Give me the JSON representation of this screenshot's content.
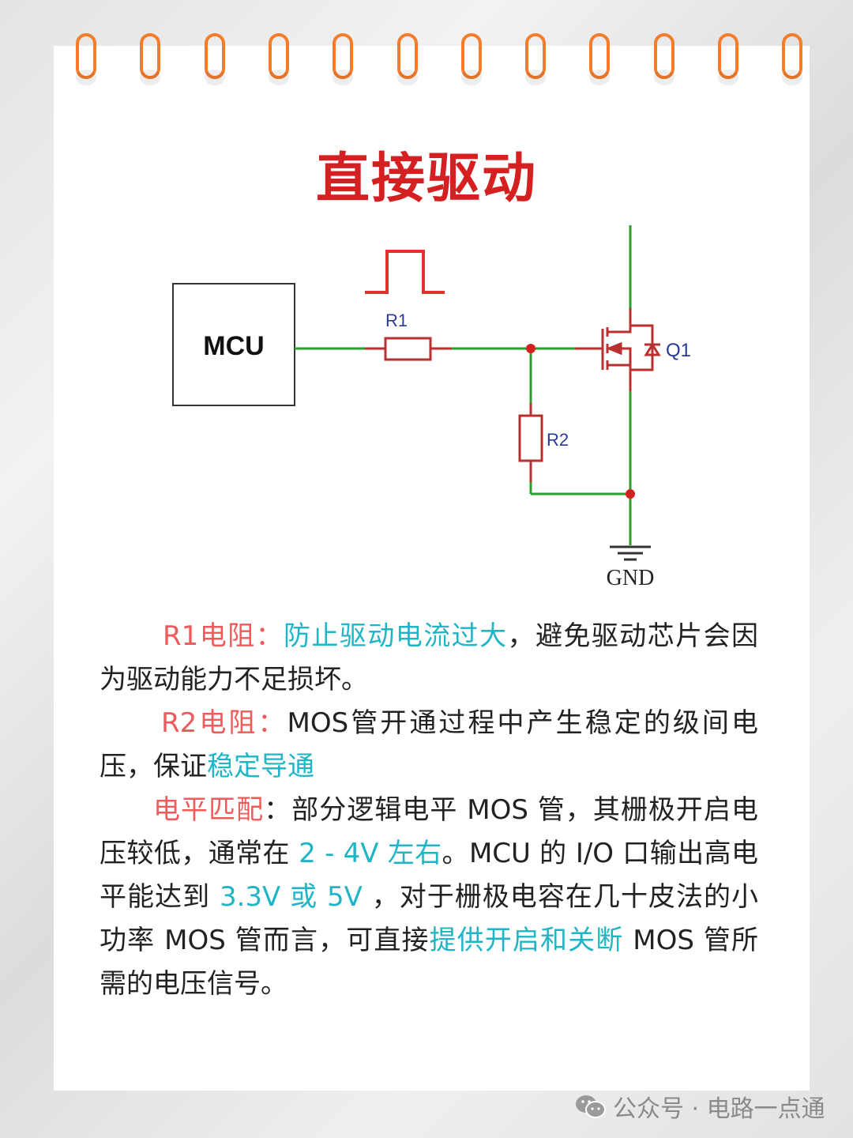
{
  "title": "直接驱动",
  "circuit": {
    "mcu": "MCU",
    "r1": "R1",
    "r2": "R2",
    "q1": "Q1",
    "gnd": "GND"
  },
  "paragraphs": [
    {
      "segments": [
        {
          "text": "R1电阻：",
          "style": "red"
        },
        {
          "text": "防止驱动电流过大",
          "style": "cyan"
        },
        {
          "text": "，避免驱动芯片会因为驱动能力不足损坏。",
          "style": ""
        }
      ]
    },
    {
      "segments": [
        {
          "text": "R2电阻：",
          "style": "red"
        },
        {
          "text": "MOS管开通过程中产生稳定的级间电压，保证",
          "style": ""
        },
        {
          "text": "稳定导通",
          "style": "cyan"
        }
      ]
    },
    {
      "segments": [
        {
          "text": "电平匹配",
          "style": "red"
        },
        {
          "text": "：部分逻辑电平 MOS 管，其栅极开启电压较低，通常在 ",
          "style": ""
        },
        {
          "text": "2 - 4V 左右",
          "style": "cyan"
        },
        {
          "text": "。MCU 的 I/O 口输出高电平能达到 ",
          "style": ""
        },
        {
          "text": "3.3V 或 5V",
          "style": "cyan"
        },
        {
          "text": " ，对于栅极电容在几十皮法的小功率 MOS 管而言，可直接",
          "style": ""
        },
        {
          "text": "提供开启和关断",
          "style": "cyan"
        },
        {
          "text": " MOS 管所需的电压信号。",
          "style": ""
        }
      ]
    }
  ],
  "footer": {
    "label": "公众号 · 电路一点通",
    "icon": "wechat-icon"
  }
}
